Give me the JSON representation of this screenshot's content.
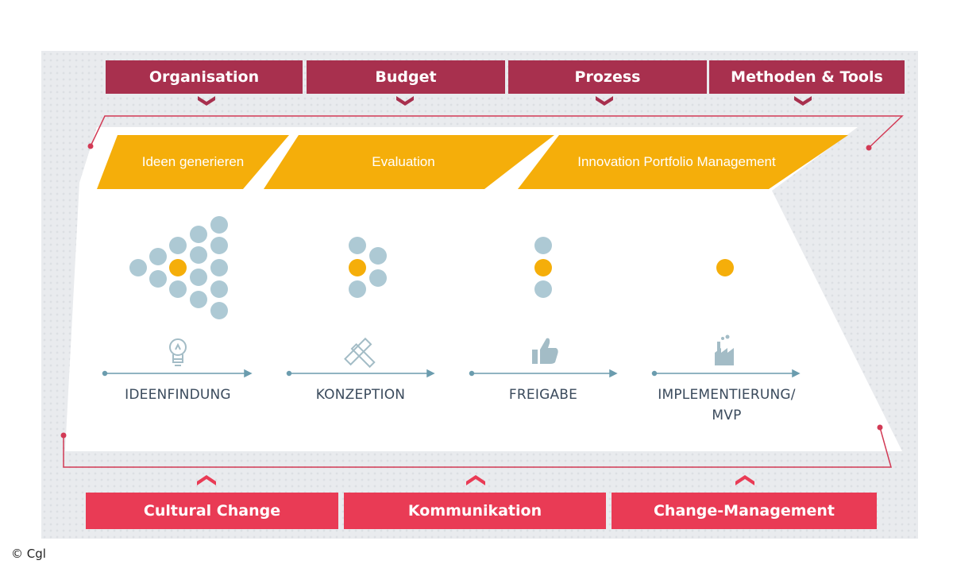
{
  "top_tabs": [
    {
      "label": "Organisation"
    },
    {
      "label": "Budget"
    },
    {
      "label": "Prozess"
    },
    {
      "label": "Methoden & Tools"
    }
  ],
  "phases": [
    {
      "label": "Ideen generieren"
    },
    {
      "label": "Evaluation"
    },
    {
      "label": "Innovation Portfolio Management"
    }
  ],
  "stages": [
    {
      "label": "IDEENFINDUNG",
      "icon": "lightbulb-icon"
    },
    {
      "label": "KONZEPTION",
      "icon": "pencil-ruler-icon"
    },
    {
      "label": "FREIGABE",
      "icon": "thumbs-up-icon"
    },
    {
      "label_line1": "IMPLEMENTIERUNG/",
      "label_line2": "MVP",
      "icon": "factory-icon"
    }
  ],
  "bottom_tabs": [
    {
      "label": "Cultural Change"
    },
    {
      "label": "Kommunikation"
    },
    {
      "label": "Change-Management"
    }
  ],
  "copyright": "© Cgl",
  "colors": {
    "top_tab": "#a8304e",
    "bottom_tab": "#e93b55",
    "phase": "#f5ae0a",
    "dot": "#adc9d4",
    "dot_highlight": "#f5ae0a",
    "line": "#d23a55",
    "stage_text": "#3a4a5c",
    "icon": "#a3bcc6"
  }
}
